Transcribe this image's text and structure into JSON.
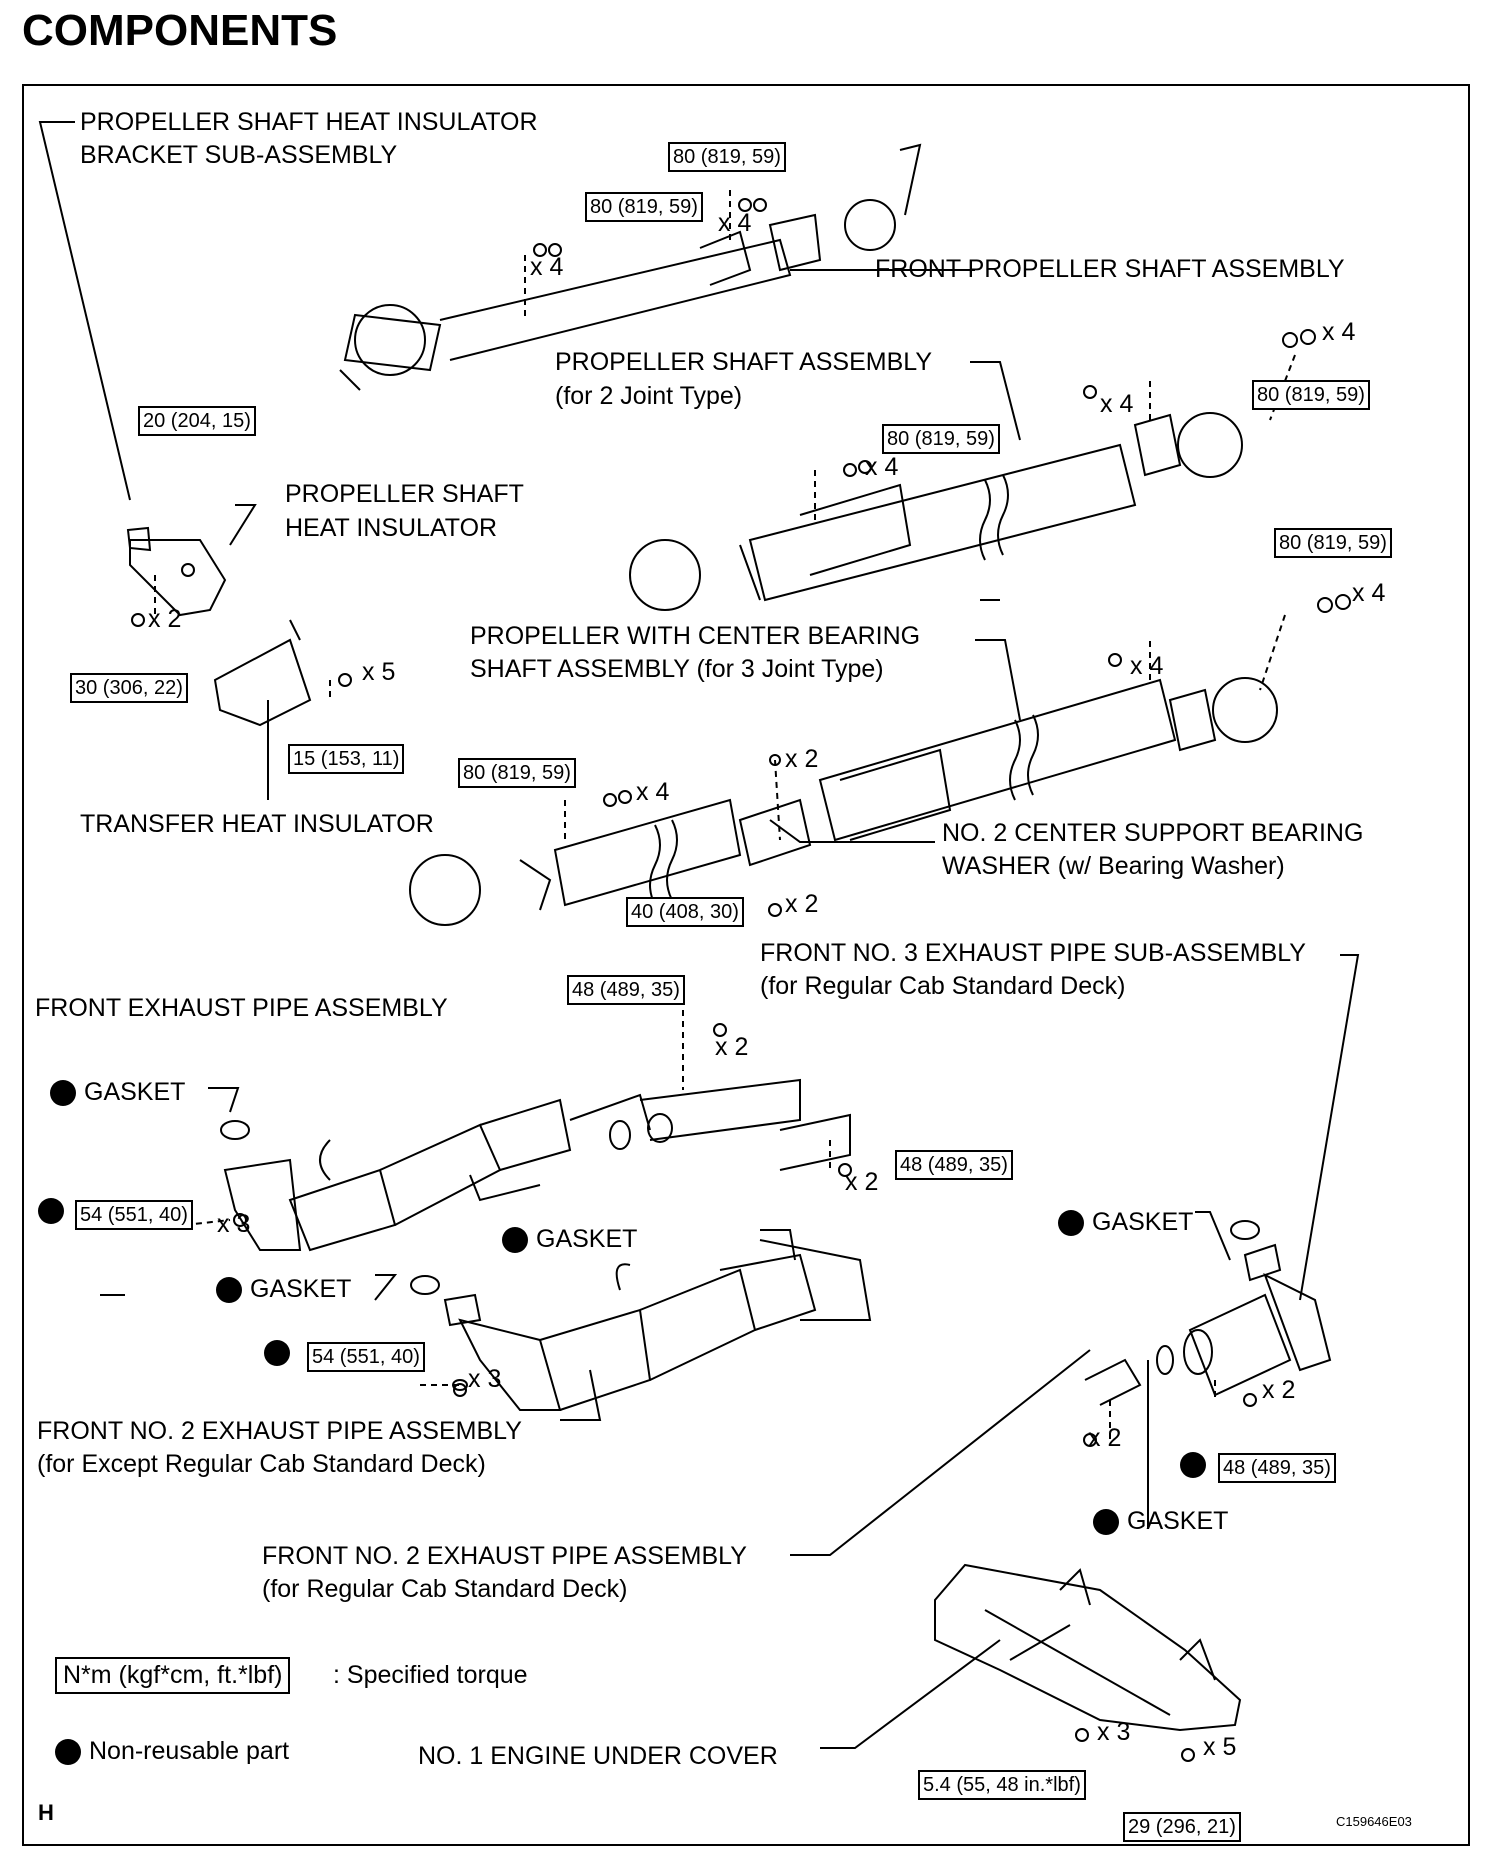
{
  "title": "COMPONENTS",
  "labels": {
    "heat_insulator_bracket_1": "PROPELLER SHAFT HEAT INSULATOR",
    "heat_insulator_bracket_2": "BRACKET SUB-ASSEMBLY",
    "front_propeller": "FRONT PROPELLER SHAFT ASSEMBLY",
    "prop_shaft_2joint_1": "PROPELLER SHAFT ASSEMBLY",
    "prop_shaft_2joint_2": "(for 2 Joint Type)",
    "prop_heat_insulator_1": "PROPELLER SHAFT",
    "prop_heat_insulator_2": "HEAT INSULATOR",
    "center_bearing_1": "PROPELLER WITH CENTER BEARING",
    "center_bearing_2": "SHAFT ASSEMBLY (for 3 Joint Type)",
    "transfer_heat_insulator": "TRANSFER HEAT INSULATOR",
    "center_support_1": "NO. 2 CENTER SUPPORT BEARING",
    "center_support_2": "WASHER (w/ Bearing Washer)",
    "front_no3_exhaust_1": "FRONT NO. 3 EXHAUST PIPE SUB-ASSEMBLY",
    "front_no3_exhaust_2": "(for Regular Cab Standard Deck)",
    "front_exhaust": "FRONT EXHAUST PIPE ASSEMBLY",
    "gasket": "GASKET",
    "front_no2_except_1": "FRONT NO. 2 EXHAUST PIPE ASSEMBLY",
    "front_no2_except_2": "(for Except Regular Cab Standard Deck)",
    "front_no2_regular_1": "FRONT NO. 2 EXHAUST PIPE ASSEMBLY",
    "front_no2_regular_2": "(for Regular Cab Standard Deck)",
    "engine_under_cover": "NO. 1 ENGINE UNDER COVER"
  },
  "torques": {
    "t80": "80 (819, 59)",
    "t20": "20 (204, 15)",
    "t30": "30 (306, 22)",
    "t15": "15 (153, 11)",
    "t40": "40 (408, 30)",
    "t48": "48 (489, 35)",
    "t54": "54 (551, 40)",
    "t5_4": "5.4 (55, 48 in.*lbf)",
    "t29": "29 (296, 21)"
  },
  "quantities": {
    "x2": "x 2",
    "x3": "x 3",
    "x4": "x 4",
    "x5": "x 5"
  },
  "legend": {
    "torque_box": "N*m (kgf*cm, ft.*lbf)",
    "torque_text": ": Specified torque",
    "nonreusable": "Non-reusable part"
  },
  "footer": {
    "h_mark": "H",
    "image_code": "C159646E03"
  }
}
